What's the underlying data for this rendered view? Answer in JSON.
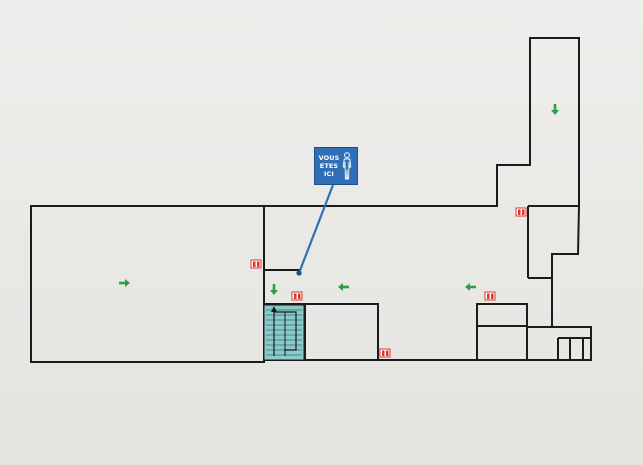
{
  "marker": {
    "line1": "VOUS",
    "line2": "ETES",
    "line3": "ICI"
  },
  "icons": {
    "exit_arrow": "green-exit-arrow-icon",
    "extinguisher": "fire-extinguisher-icon",
    "staircase": "staircase-icon",
    "person": "person-icon"
  },
  "colors": {
    "walls": "#1b1b1b",
    "exit_arrow": "#2ea043",
    "extinguisher": "#d9362b",
    "marker": "#2f6fb6",
    "staircase_fill": "#8cc9c9"
  }
}
